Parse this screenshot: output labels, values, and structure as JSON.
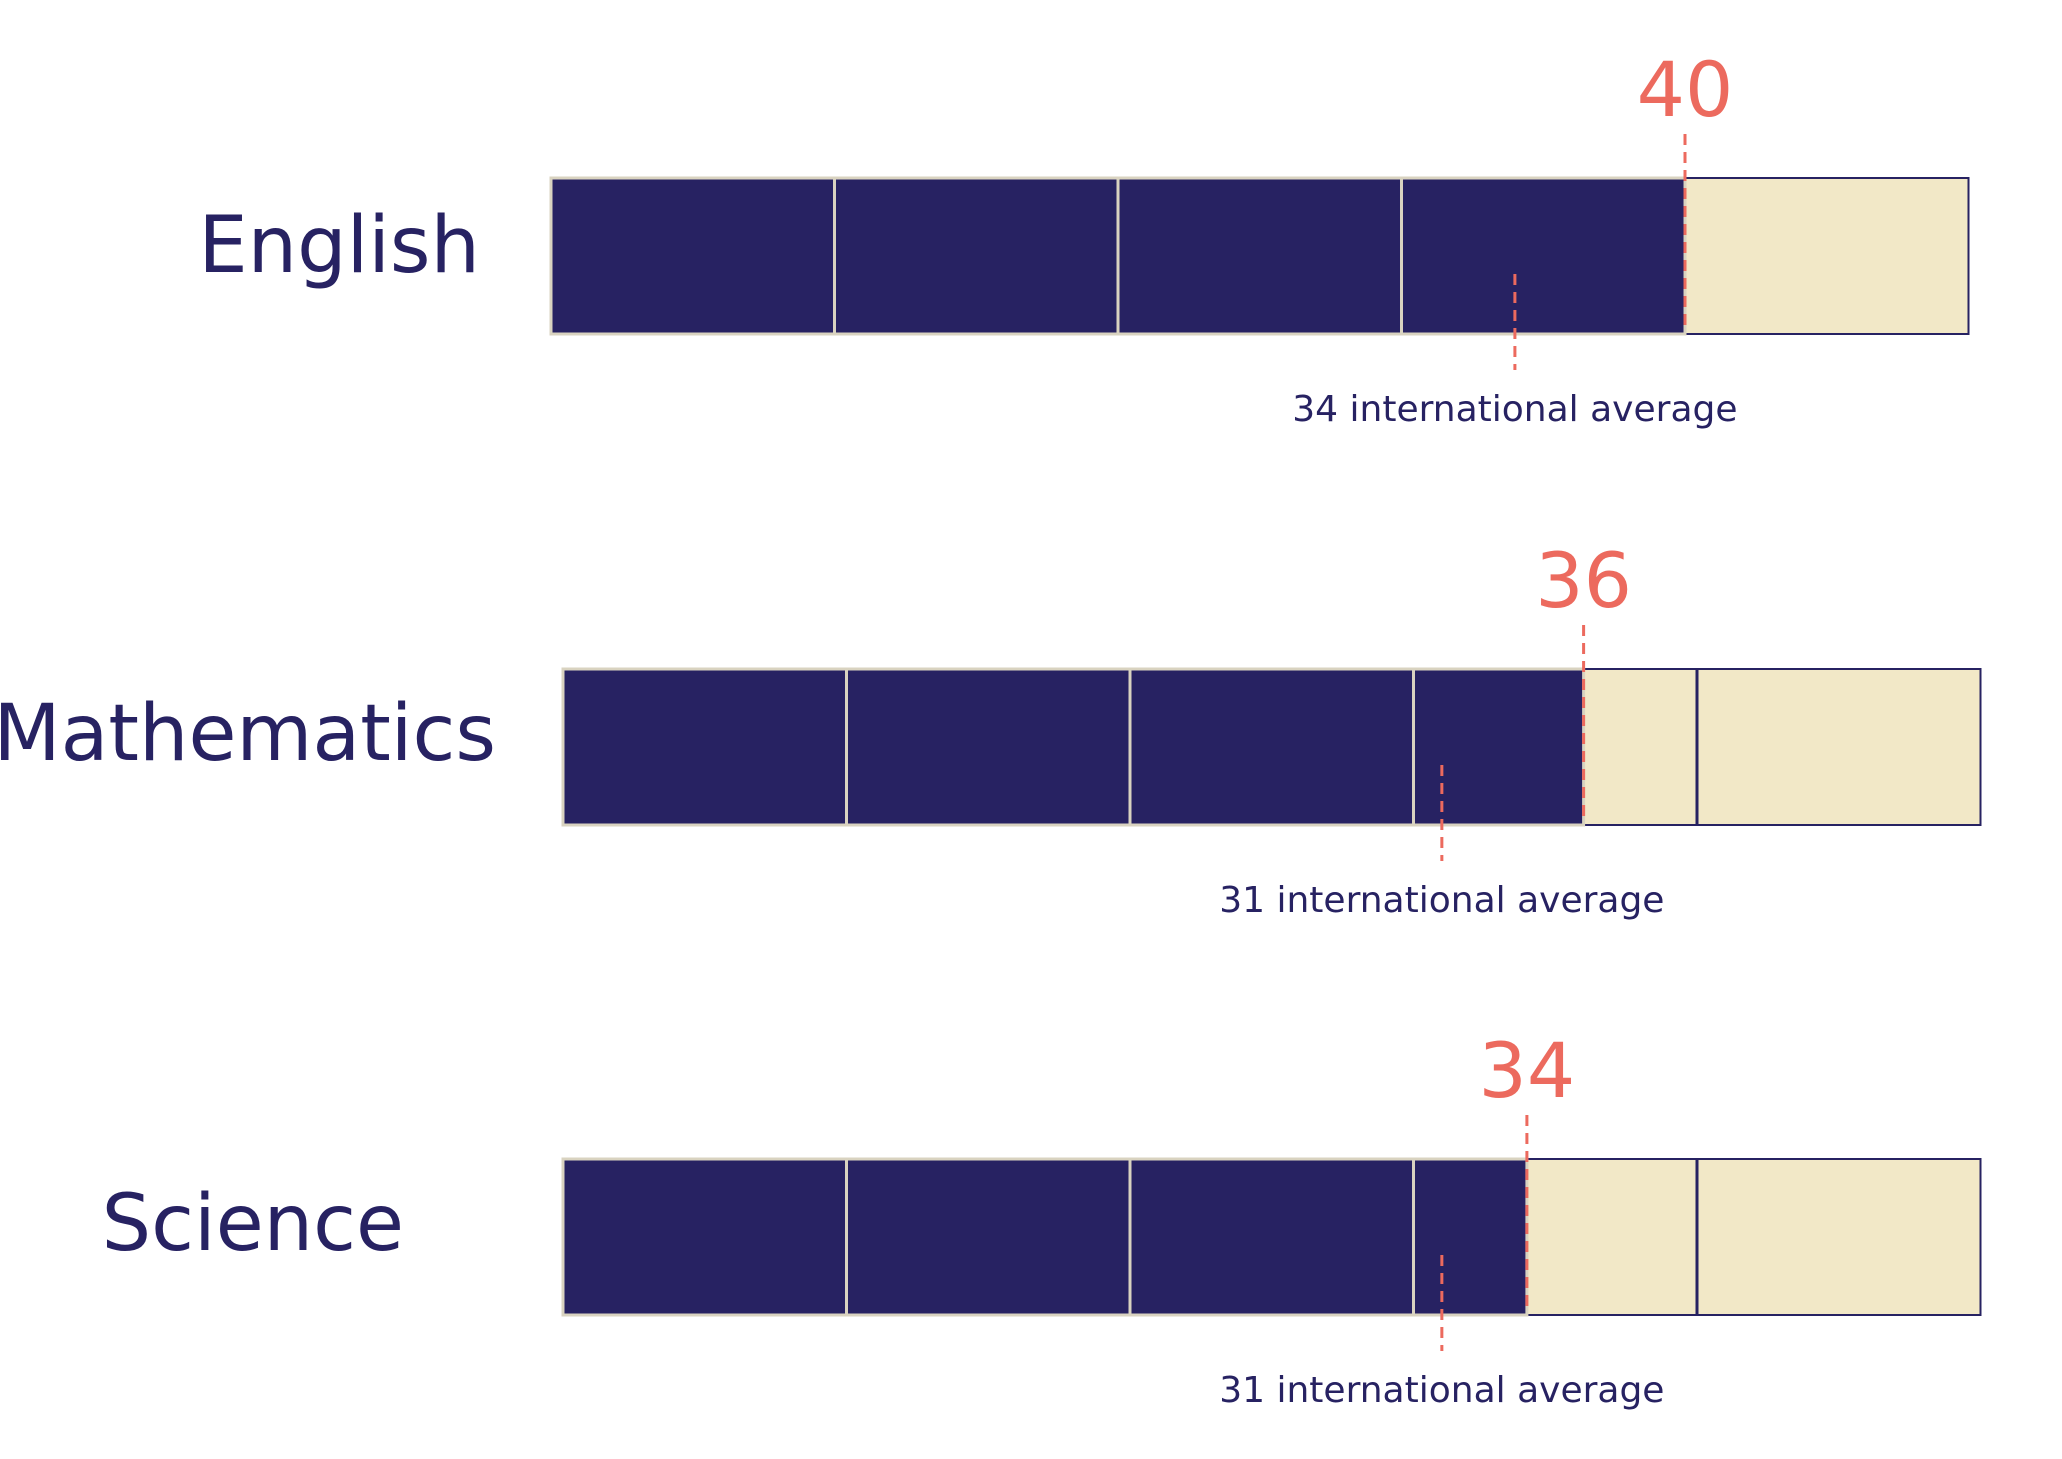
{
  "chart_data": {
    "type": "bar",
    "categories": [
      "English",
      "Mathematics",
      "Science"
    ],
    "values": [
      40,
      36,
      34
    ],
    "international_average": [
      34,
      31,
      31
    ],
    "average_label_suffix": "international average",
    "segments": 5,
    "segment_size": 10,
    "xlim": [
      0,
      50
    ],
    "grid": false,
    "colors": {
      "filled": "#272262",
      "empty": "#f2e8c7",
      "divider": "#d9d3c0",
      "value_marker": "#ec6a5e",
      "text": "#272262"
    }
  }
}
